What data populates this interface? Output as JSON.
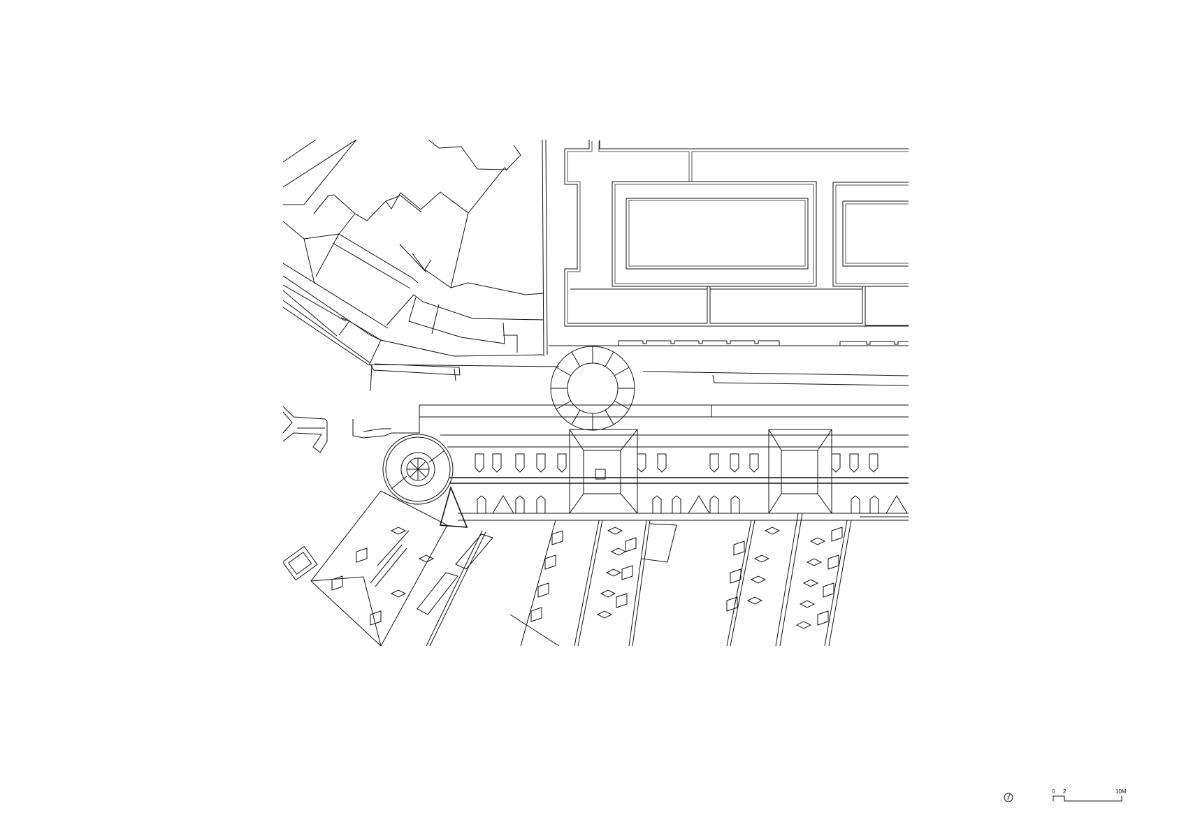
{
  "drawing": {
    "type": "architectural site plan",
    "line_color": "#111111",
    "background": "#ffffff"
  },
  "north_arrow": {
    "icon": "north-arrow-icon"
  },
  "scale_bar": {
    "labels": [
      "0",
      "2",
      "10M"
    ]
  }
}
